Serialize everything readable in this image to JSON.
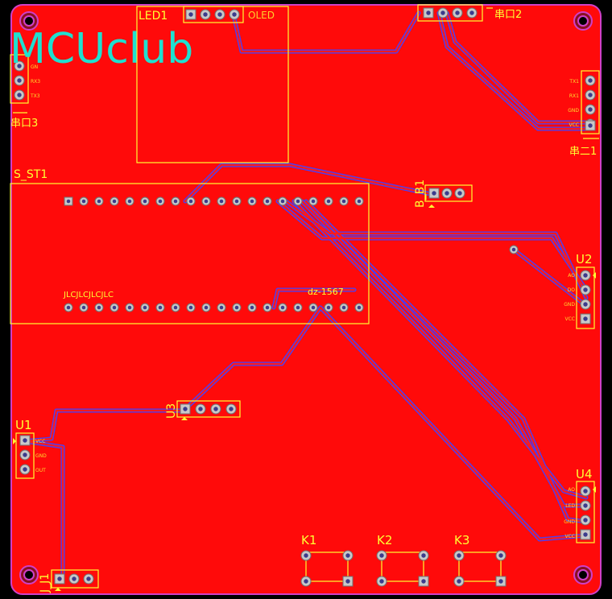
{
  "board": {
    "colors": {
      "copper": "#ff0a0a",
      "outline": "#d040c8",
      "silkscreen": "#ffff33",
      "trace": "#4040ff",
      "trace_core": "#ff1a1a",
      "pad": "#c8c8c8",
      "logo": "#1fe0d0"
    },
    "logo": "MCUclub",
    "designators": {
      "led1": "LED1",
      "oled": "OLED",
      "port2": "串口2",
      "port3": "串口3",
      "port_right": "串二1",
      "s_st1": "S_ST1",
      "b_b1": "B_B1",
      "u1": "U1",
      "u2": "U2",
      "u3": "U3",
      "u4": "U4",
      "j_j1": "J_J1",
      "k1": "K1",
      "k2": "K2",
      "k3": "K3",
      "jlc": "JLCJLCJLCJLC",
      "dz": "dz-1567"
    },
    "pin_labels": {
      "port3": [
        "GN",
        "RX3",
        "TX3"
      ],
      "port_right": [
        "TX1",
        "RX1",
        "GND",
        "VCC"
      ],
      "u1": [
        "VCC",
        "GND",
        "OUT"
      ],
      "u2": [
        "AO",
        "DO",
        "GND",
        "VCC"
      ],
      "u4": [
        "AO",
        "LED",
        "GND",
        "VCC"
      ]
    }
  }
}
